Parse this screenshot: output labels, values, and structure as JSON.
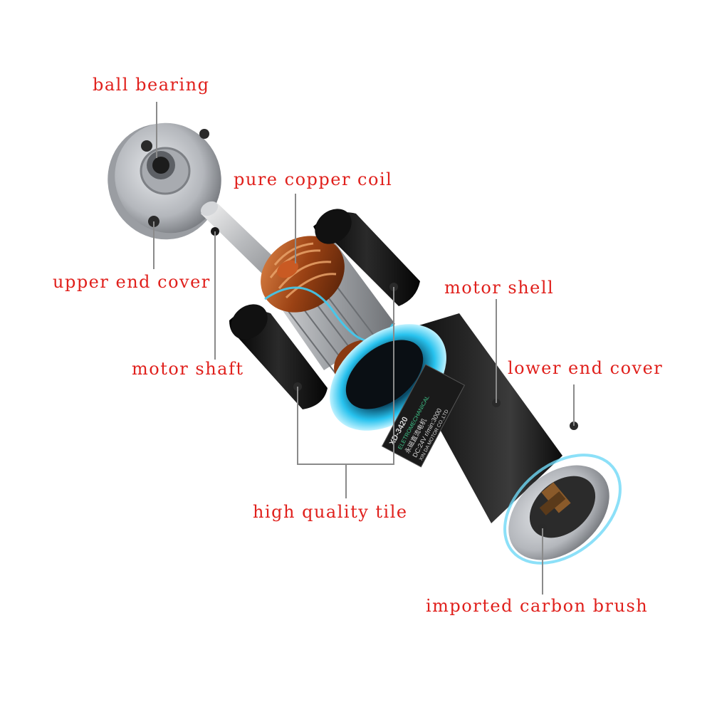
{
  "colors": {
    "label": "#e0201c",
    "leader": "#8a8a8a",
    "shell": "#151515",
    "copper": "#b0521c",
    "glow": "#2fc6f0",
    "metal": "#b9bcc1"
  },
  "labels": {
    "ball_bearing": "ball bearing",
    "pure_copper_coil": "pure copper coil",
    "upper_end_cover": "upper end cover",
    "motor_shell": "motor shell",
    "motor_shaft": "motor shaft",
    "lower_end_cover": "lower end cover",
    "high_quality_tile": "high quality tile",
    "imported_carbon_brush": "imported carbon brush"
  },
  "motor_text": {
    "brand": "XD",
    "model": "XD-3420",
    "maker_line": "ELETROMECHANICAL",
    "cn_line": "永磁直流电机",
    "rating": "DC:24V  r/min:3000",
    "company": "XIN DA MOTOR CO.,LTD"
  }
}
